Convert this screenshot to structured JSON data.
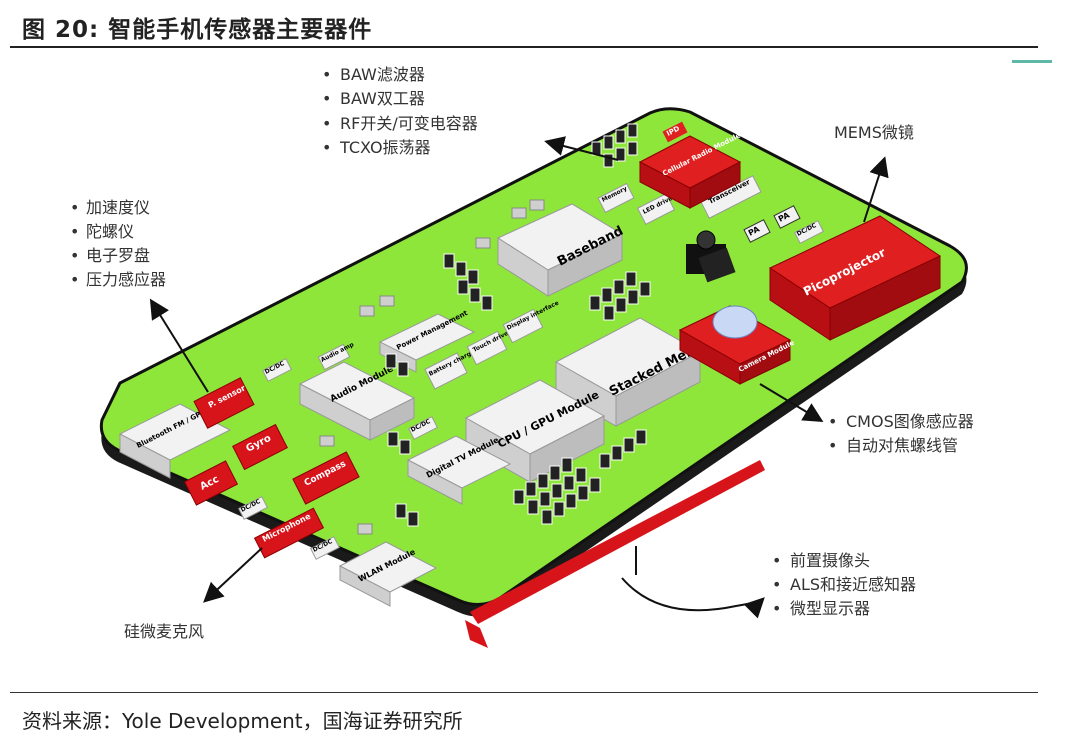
{
  "header": {
    "figure_title": "图 20:  智能手机传感器主要器件"
  },
  "footer": {
    "source": "资料来源：Yole Development，国海证券研究所"
  },
  "colors": {
    "board": "#8ee63a",
    "board_dark": "#1a1a1a",
    "chip_red": "#d8141b",
    "chip_gray": "#e6e6e6",
    "rule": "#222222"
  },
  "callouts": {
    "rf": {
      "items": [
        "BAW滤波器",
        "BAW双工器",
        "RF开关/可变电容器",
        "TCXO振荡器"
      ]
    },
    "motion": {
      "items": [
        "加速度仪",
        "陀螺仪",
        "电子罗盘",
        "压力感应器"
      ]
    },
    "mems": {
      "label": "MEMS微镜"
    },
    "cmos": {
      "items": [
        "CMOS图像感应器",
        "自动对焦螺线管"
      ]
    },
    "front": {
      "items": [
        "前置摄像头",
        "ALS和接近感知器",
        "微型显示器"
      ]
    },
    "mic": {
      "label": "硅微麦克风"
    }
  },
  "chips": {
    "baseband": "Baseband",
    "stacked": "Stacked Memories",
    "cpu": "CPU / GPU Module",
    "audio": "Audio Module",
    "bt": "Bluetooth FM / GPS Module",
    "dtv": "Digital TV Module",
    "wlan": "WLAN Module",
    "power": "Power Management",
    "battery": "Battery charger",
    "touch": "Touch driver",
    "display": "Display interface",
    "led": "LED driver",
    "audioamp": "Audio amp",
    "memory": "Memory",
    "transceiver": "Transceiver",
    "pa1": "PA",
    "pa2": "PA",
    "ipd": "IPD",
    "cellular": "Cellular Radio Module",
    "pico": "Picoprojector",
    "camera": "Camera Module",
    "pressure": "P. sensor",
    "gyro": "Gyro",
    "acc": "Acc",
    "compass": "Compass",
    "mic": "Microphone",
    "dcdc": "DC/DC"
  }
}
